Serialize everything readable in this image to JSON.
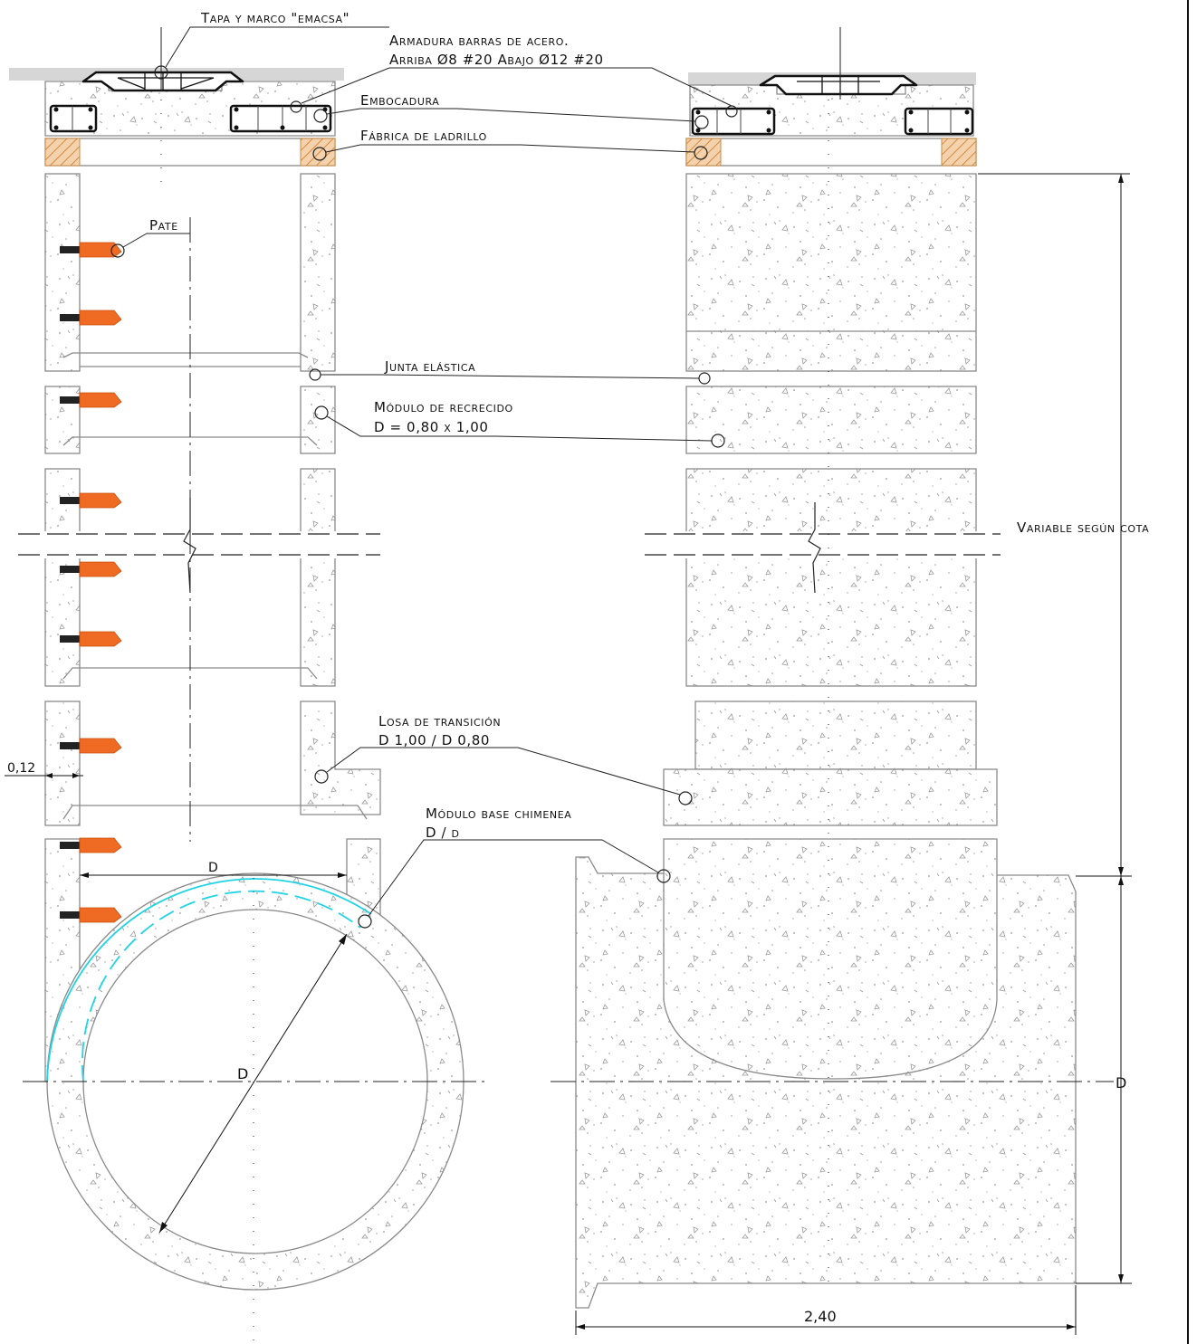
{
  "labels": {
    "tapa": "Tapa y marco \"emacsa\"",
    "armadura_1": "Armadura barras de acero.",
    "armadura_2": "Arriba Ø8 #20 Abajo Ø12 #20",
    "embocadura": "Embocadura",
    "fabrica": "Fábrica de ladrillo",
    "pate": "Pate",
    "junta": "Junta elástica",
    "modulo_recrecido_1": "Módulo de recrecido",
    "modulo_recrecido_2": "D = 0,80 x 1,00",
    "variable": "Variable según cota",
    "losa_1": "Losa de transición",
    "losa_2": "D 1,00 / D 0,80",
    "modulo_base_1": "Módulo base chimenea",
    "modulo_base_2": "D / d"
  },
  "dimensions": {
    "wall": "0,12",
    "inner_d": "D",
    "pipe_d": "D",
    "right_d": "D",
    "width": "2,40"
  },
  "colors": {
    "concrete_stroke": "#8a8a8a",
    "brick": "#f2c9a0",
    "pate": "#ef6a22",
    "pipe_guide": "#21d3e6",
    "ground": "#d6d6d6"
  }
}
